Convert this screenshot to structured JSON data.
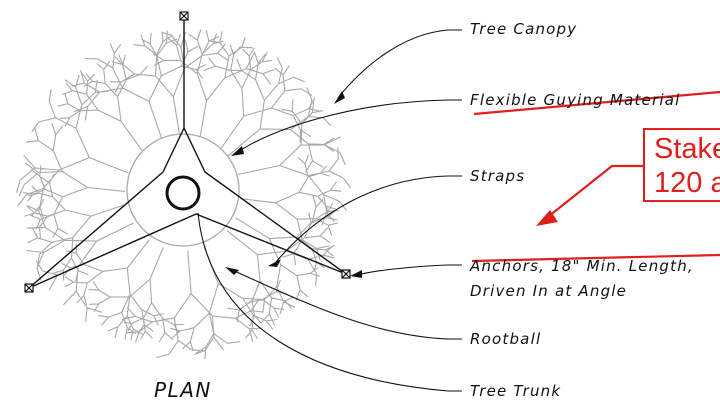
{
  "callouts": {
    "tree_canopy": "Tree Canopy",
    "flexible_guying": "Flexible Guying Material",
    "straps": "Straps",
    "anchors": "Anchors, 18\" Min. Length,",
    "anchors_line2": "Driven In at Angle",
    "rootball": "Rootball",
    "tree_trunk": "Tree Trunk"
  },
  "plan_label": "PLAN",
  "markup": {
    "line1": "Stake",
    "line2": "120 a",
    "color": "#e0201c"
  },
  "colors": {
    "linework": "#111111",
    "canopy": "#a8a8a8"
  }
}
